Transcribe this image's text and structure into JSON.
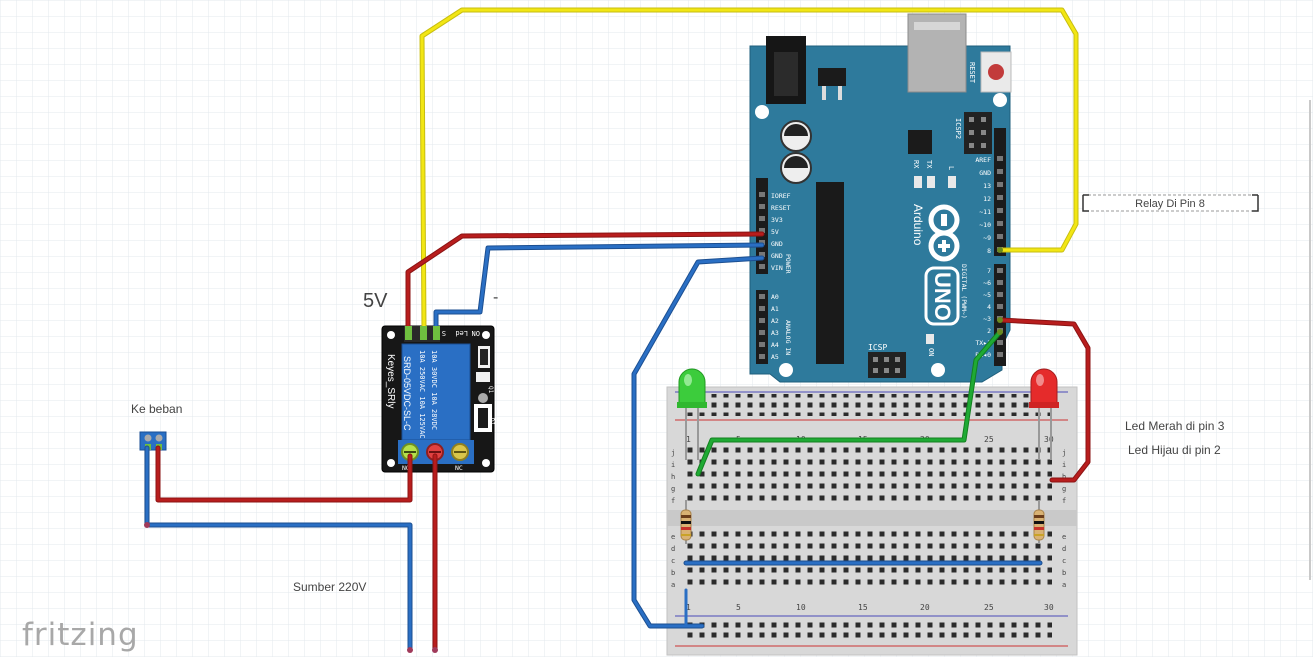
{
  "labels": {
    "voltage": "5V",
    "minus": "-",
    "load": "Ke beban",
    "source": "Sumber 220V",
    "relay_note": "Relay Di Pin 8",
    "led_red_note": "Led Merah di pin 3",
    "led_green_note": "Led Hijau di pin 2",
    "watermark": "fritzing"
  },
  "relay": {
    "brand": "Keyes_SRly",
    "model": "SRD-05VDC-SL-C",
    "rating_1": "10A 250VAC  10A 125VAC",
    "rating_2": "10A 30VDC  10A 28VDC",
    "pin_on": "ON",
    "pin_led": "Led",
    "pin_s": "S",
    "term_no": "NO",
    "term_nc": "NC",
    "part_q": "Q1",
    "part_d": "D1"
  },
  "arduino": {
    "brand": "Arduino",
    "model": "UNO",
    "reset": "RESET",
    "icsp2": "ICSP2",
    "icsp": "ICSP",
    "tx": "TX",
    "rx": "RX",
    "l": "L",
    "on": "ON",
    "power": "POWER",
    "analog": "ANALOG IN",
    "digital": "DIGITAL (PWM~)",
    "left_pins": [
      "IOREF",
      "RESET",
      "3V3",
      "5V",
      "GND",
      "GND",
      "VIN"
    ],
    "analog_pins": [
      "A0",
      "A1",
      "A2",
      "A3",
      "A4",
      "A5"
    ],
    "digital_top": [
      "AREF",
      "GND",
      "13",
      "12",
      "~11",
      "~10",
      "~9",
      "8"
    ],
    "digital_bottom": [
      "7",
      "~6",
      "~5",
      "4",
      "~3",
      "2",
      "TX▸1",
      "RX◂0"
    ]
  },
  "breadboard": {
    "col_numbers": [
      "1",
      "5",
      "10",
      "15",
      "20",
      "25",
      "30"
    ],
    "row_letters_top": [
      "j",
      "i",
      "h",
      "g",
      "f"
    ],
    "row_letters_bottom": [
      "e",
      "d",
      "c",
      "b",
      "a"
    ]
  },
  "colors": {
    "board": "#2e7a9c",
    "wire_red": "#b81d1d",
    "wire_blue": "#2a6fc4",
    "wire_yellow": "#f2e614",
    "wire_green": "#1faa34",
    "led_red": "#e52b2b",
    "led_green": "#3ccc3c"
  }
}
